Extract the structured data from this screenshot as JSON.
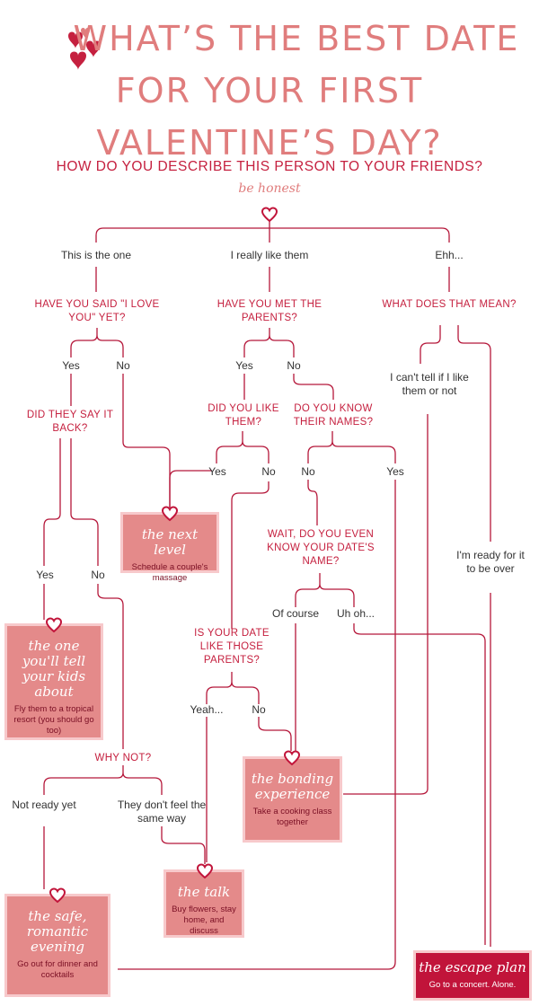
{
  "title": {
    "line1": "What’s the best date",
    "line2": "for your first Valentine’s Day?"
  },
  "question": "HOW DO YOU DESCRIBE THIS PERSON TO YOUR FRIENDS?",
  "hint": "be honest",
  "labels": {
    "a_one": "This is the one",
    "a_like": "I really like them",
    "a_ehh": "Ehh...",
    "q_love": "HAVE YOU SAID \"I LOVE YOU\" YET?",
    "q_parents": "HAVE YOU MET THE PARENTS?",
    "q_mean": "WHAT DOES THAT MEAN?",
    "yes1": "Yes",
    "no1": "No",
    "yes2": "Yes",
    "no2": "No",
    "cant_tell": "I can't tell if I like them or not",
    "q_said_back": "DID THEY SAY IT BACK?",
    "q_like_them": "DID YOU LIKE THEM?",
    "q_names": "DO YOU KNOW THEIR NAMES?",
    "yes3": "Yes",
    "no3": "No",
    "no4": "No",
    "yes4": "Yes",
    "q_date_name": "WAIT, DO YOU EVEN KNOW YOUR DATE'S NAME?",
    "ready_over": "I'm ready for it to be over",
    "yes5": "Yes",
    "no5": "No",
    "of_course": "Of course",
    "uh_oh": "Uh oh...",
    "q_like_parents": "IS YOUR DATE LIKE THOSE PARENTS?",
    "yeah": "Yeah...",
    "no6": "No",
    "q_why": "WHY NOT?",
    "not_ready": "Not ready yet",
    "not_same": "They don't feel the same way"
  },
  "boxes": {
    "next_level": {
      "title": "the next level",
      "desc": "Schedule a couple's massage"
    },
    "the_one": {
      "title": "the one you'll tell your kids about",
      "desc": "Fly them to a tropical resort (you should go too)"
    },
    "bonding": {
      "title": "the bonding experience",
      "desc": "Take a cooking class together"
    },
    "talk": {
      "title": "the talk",
      "desc": "Buy flowers, stay home, and discuss"
    },
    "safe": {
      "title": "the safe, romantic evening",
      "desc": "Go out for dinner and cocktails"
    },
    "escape": {
      "title": "the escape plan",
      "desc": "Go to a concert. Alone."
    }
  },
  "colors": {
    "line": "#b5173a",
    "question": "#c5203f",
    "title": "#e07d7d",
    "box_fill": "#e48a8a",
    "box_dark_fill": "#c1143a",
    "box_border": "#f7c9cb"
  },
  "icons": {
    "header": "hearts-cluster-icon",
    "node": "heart-outline-icon"
  }
}
